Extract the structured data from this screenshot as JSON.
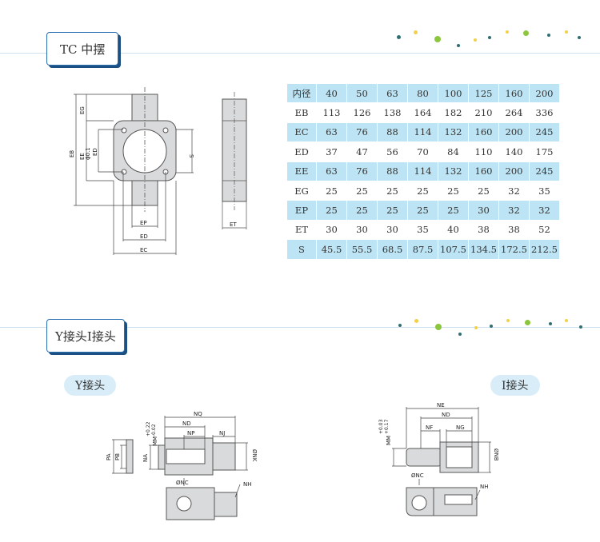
{
  "section1": {
    "title": "TC 中摆"
  },
  "section2": {
    "title": "Y接头I接头"
  },
  "y_joint": {
    "label": "Y接头"
  },
  "i_joint": {
    "label": "I接头"
  },
  "colors": {
    "accent_blue": "#2a6fb0",
    "row_blue": "#bde4f4",
    "dot_green": "#8cc63f",
    "dot_yellow": "#f2d04a",
    "dot_teal": "#2f6f73"
  },
  "table": {
    "header": [
      "内径",
      "40",
      "50",
      "63",
      "80",
      "100",
      "125",
      "160",
      "200"
    ],
    "rows": [
      [
        "EB",
        "113",
        "126",
        "138",
        "164",
        "182",
        "210",
        "264",
        "336"
      ],
      [
        "EC",
        "63",
        "76",
        "88",
        "114",
        "132",
        "160",
        "200",
        "245"
      ],
      [
        "ED",
        "37",
        "47",
        "56",
        "70",
        "84",
        "110",
        "140",
        "175"
      ],
      [
        "EE",
        "63",
        "76",
        "88",
        "114",
        "132",
        "160",
        "200",
        "245"
      ],
      [
        "EG",
        "25",
        "25",
        "25",
        "25",
        "25",
        "25",
        "32",
        "35"
      ],
      [
        "EP",
        "25",
        "25",
        "25",
        "25",
        "25",
        "30",
        "32",
        "32"
      ],
      [
        "ET",
        "30",
        "30",
        "30",
        "35",
        "40",
        "38",
        "38",
        "52"
      ],
      [
        "S",
        "45.5",
        "55.5",
        "68.5",
        "87.5",
        "107.5",
        "134.5",
        "172.5",
        "212.5"
      ]
    ]
  },
  "tc_drawing": {
    "labels": {
      "eg": "EG",
      "eb": "EB",
      "ee": "EE",
      "ef": "ϕ0.1",
      "ed_left": "ED",
      "s": "S",
      "ep": "EP",
      "ed_bottom": "ED",
      "ec": "EC",
      "et": "ET"
    }
  },
  "y_drawing": {
    "labels": {
      "nq": "NQ",
      "nd": "ND",
      "np": "NP",
      "nj": "NJ",
      "pa": "PA",
      "pb": "PB",
      "na": "NA",
      "mm": "MM",
      "tol_up": "+0.22",
      "tol_dn": "-0.02",
      "nk": "ØNK",
      "nc": "ØNC",
      "nh": "NH"
    }
  },
  "i_drawing": {
    "labels": {
      "ne": "NE",
      "nd": "ND",
      "nf": "NF",
      "ng": "NG",
      "mm": "MM",
      "tol_up": "+0.03",
      "tol_dn": "+0.17",
      "nb": "ØNB",
      "nc": "ØNC",
      "nh": "NH"
    }
  }
}
